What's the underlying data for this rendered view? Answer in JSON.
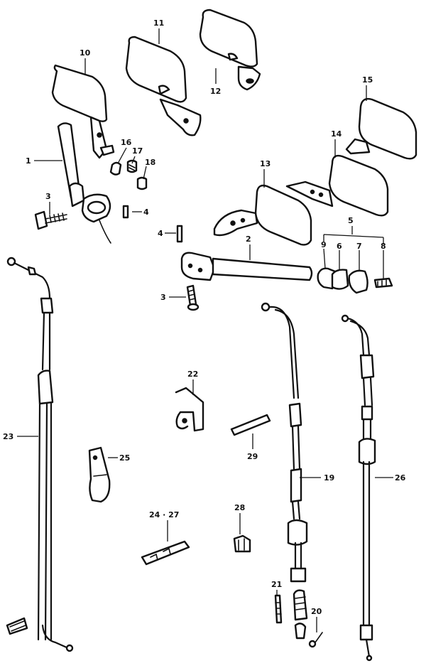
{
  "labels": {
    "p1": "1",
    "p2": "2",
    "p3a": "3",
    "p3b": "3",
    "p4a": "4",
    "p4b": "4",
    "p5": "5",
    "p6": "6",
    "p7": "7",
    "p8": "8",
    "p9": "9",
    "p10": "10",
    "p11": "11",
    "p12": "12",
    "p13": "13",
    "p14": "14",
    "p15": "15",
    "p16": "16",
    "p17": "17",
    "p18": "18",
    "p19": "19",
    "p20": "20",
    "p21": "21",
    "p22": "22",
    "p23": "23",
    "p24_27": "24 · 27",
    "p25": "25",
    "p26": "26",
    "p28": "28",
    "p29": "29"
  }
}
